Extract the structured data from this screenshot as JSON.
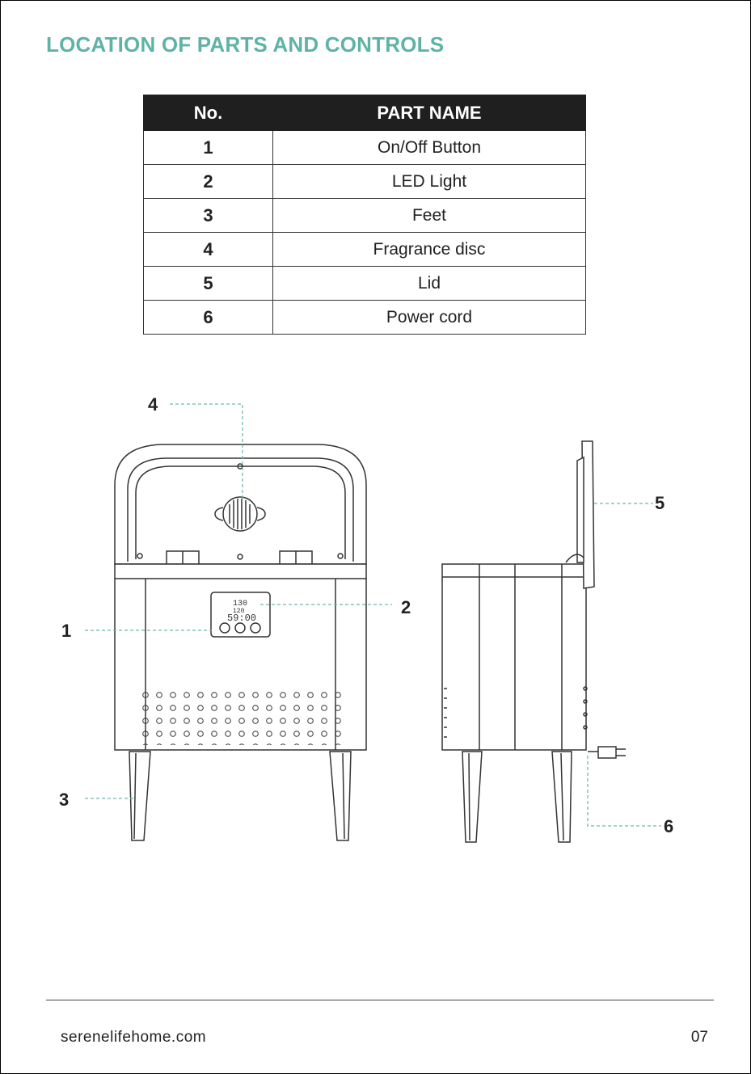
{
  "page_title": "LOCATION OF PARTS AND CONTROLS",
  "table": {
    "headers": [
      "No.",
      "PART NAME"
    ],
    "rows": [
      {
        "no": "1",
        "name": "On/Off Button"
      },
      {
        "no": "2",
        "name": "LED Light"
      },
      {
        "no": "3",
        "name": "Feet"
      },
      {
        "no": "4",
        "name": "Fragrance disc"
      },
      {
        "no": "5",
        "name": "Lid"
      },
      {
        "no": "6",
        "name": "Power cord"
      }
    ]
  },
  "callouts": [
    "1",
    "2",
    "3",
    "4",
    "5",
    "6"
  ],
  "display": {
    "top": "130",
    "mid": "120",
    "time": "59:00"
  },
  "colors": {
    "accent": "#5fb3a6",
    "header_bg": "#1f1f1f",
    "leader": "#6fb8ae"
  },
  "footer": {
    "url": "serenelifehome.com",
    "page": "07"
  }
}
